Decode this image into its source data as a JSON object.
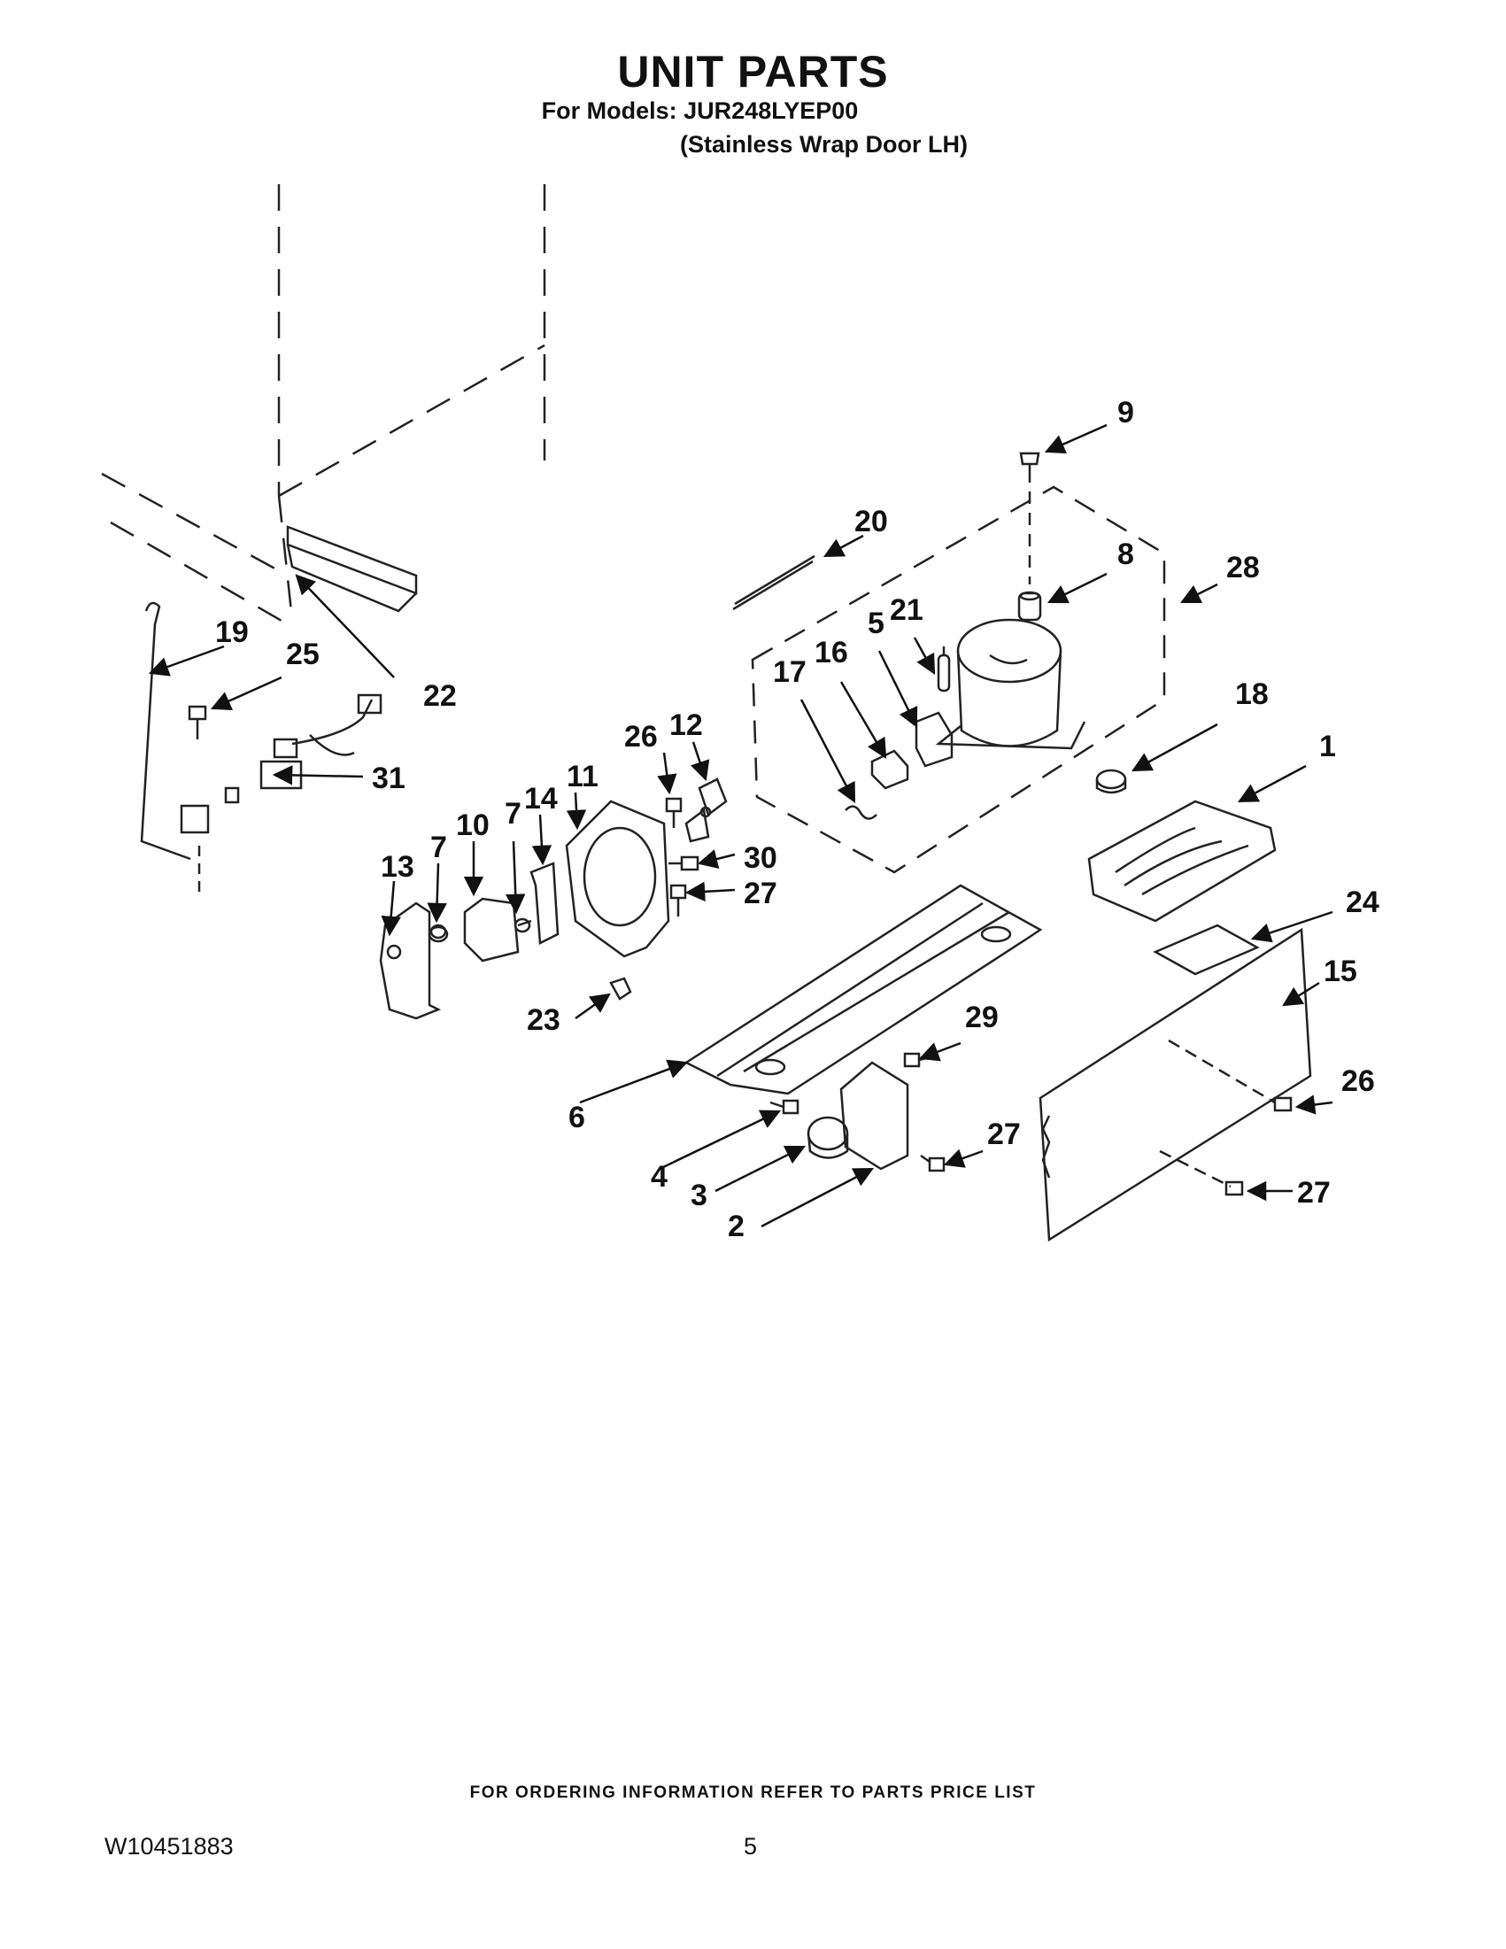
{
  "header": {
    "title": "UNIT PARTS",
    "models_line": "For Models: JUR248LYEP00",
    "variant_line": "(Stainless Wrap Door LH)"
  },
  "callouts": [
    "1",
    "2",
    "3",
    "4",
    "5",
    "6",
    "7",
    "7",
    "8",
    "9",
    "10",
    "11",
    "12",
    "13",
    "14",
    "15",
    "16",
    "17",
    "18",
    "19",
    "20",
    "21",
    "22",
    "23",
    "24",
    "25",
    "26",
    "26",
    "27",
    "27",
    "27",
    "28",
    "29",
    "30",
    "31"
  ],
  "footer": {
    "ordering_note": "FOR ORDERING INFORMATION REFER TO PARTS PRICE LIST",
    "doc_number": "W10451883",
    "page_number": "5"
  }
}
